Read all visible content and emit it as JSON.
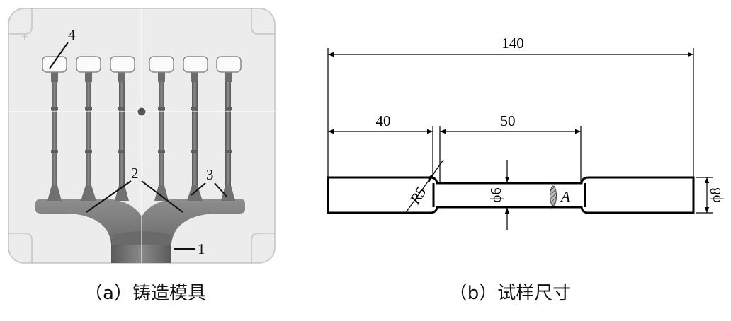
{
  "panel_a": {
    "caption": "（a）铸造模具",
    "labels": {
      "l1": "1",
      "l2": "2",
      "l3": "3",
      "l4": "4"
    }
  },
  "panel_b": {
    "caption": "（b）试样尺寸",
    "dimensions": {
      "overall_length": "140",
      "grip_length": "40",
      "gauge_length": "50",
      "fillet_radius": "R5",
      "gauge_diameter": "ϕ6",
      "grip_diameter": "ϕ8"
    },
    "section_label": "A"
  }
}
